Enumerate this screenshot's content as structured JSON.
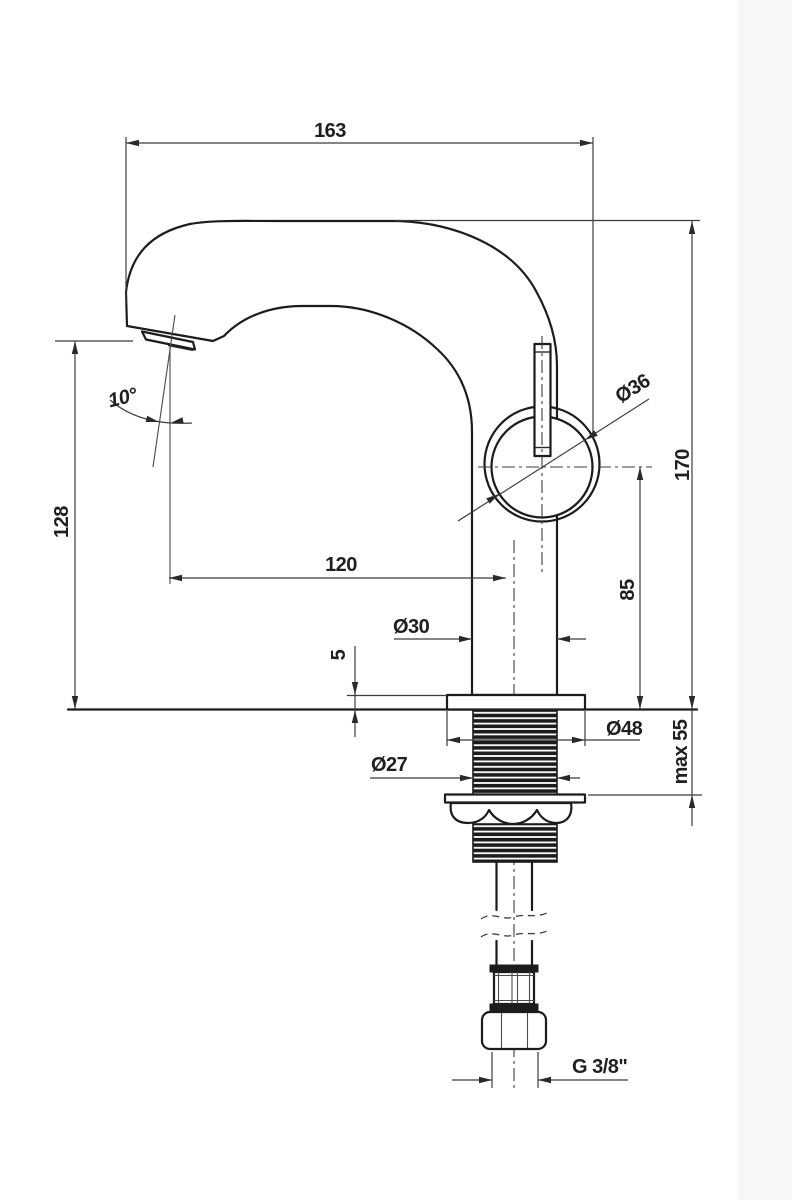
{
  "page": {
    "background": "#ffffff",
    "right_gutter_color": "#f7f7f7"
  },
  "drawing": {
    "kind": "faucet-dimensional-drawing",
    "style": {
      "outline_color": "#1c1c1c",
      "dimension_color": "#3c3c3c",
      "text_color": "#1f1f1f"
    },
    "dims": {
      "overall_length": "163",
      "spout_outlet_height": "128",
      "spout_angle": "10°",
      "spout_reach": "120",
      "body_diameter": "Ø30",
      "base_plate_thickness": "5",
      "total_height": "170",
      "handle_center_height": "85",
      "handle_body_diameter": "Ø36",
      "base_plate_diameter": "Ø48",
      "shank_diameter": "Ø27",
      "max_mounting_thickness": "max 55",
      "supply_connection": "G 3/8\""
    }
  }
}
